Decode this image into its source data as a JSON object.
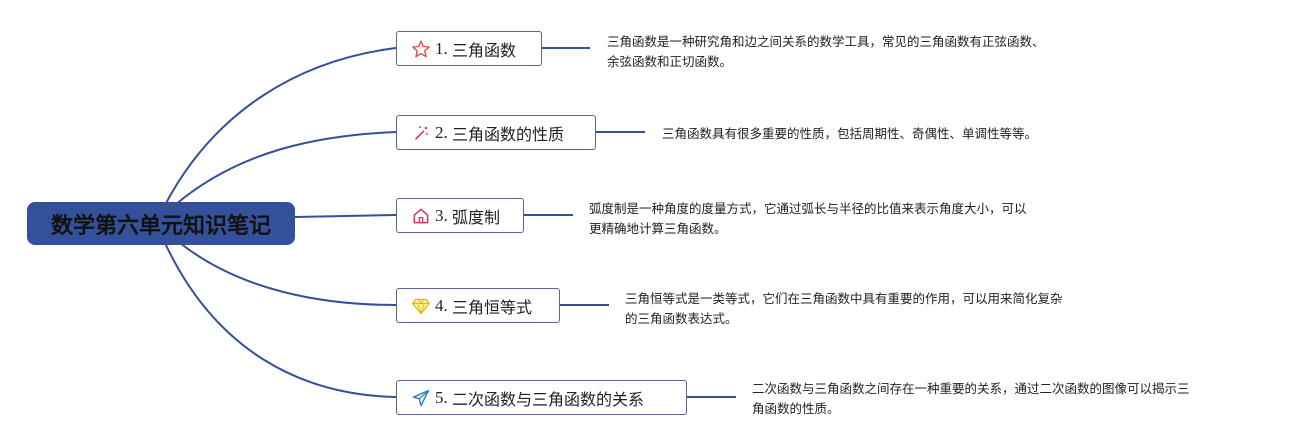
{
  "root": {
    "title": "数学第六单元知识笔记"
  },
  "colors": {
    "root_fill": "#34509a",
    "line": "#34509a",
    "node_border": "#5a6690"
  },
  "topics": [
    {
      "number": "1.",
      "title": "三角函数",
      "icon": "star-icon",
      "note": [
        "三角函数是一种研究角和边之间关系的数学工具，常见的三角函数有正弦函数、",
        "余弦函数和正切函数。"
      ]
    },
    {
      "number": "2.",
      "title": "三角函数的性质",
      "icon": "sparkle-wand-icon",
      "note": [
        "三角函数具有很多重要的性质，包括周期性、奇偶性、单调性等等。"
      ]
    },
    {
      "number": "3.",
      "title": "弧度制",
      "icon": "home-icon",
      "note": [
        "弧度制是一种角度的度量方式，它通过弧长与半径的比值来表示角度大小，可以",
        "更精确地计算三角函数。"
      ]
    },
    {
      "number": "4.",
      "title": "三角恒等式",
      "icon": "diamond-icon",
      "note": [
        "三角恒等式是一类等式，它们在三角函数中具有重要的作用，可以用来简化复杂",
        "的三角函数表达式。"
      ]
    },
    {
      "number": "5.",
      "title": "二次函数与三角函数的关系",
      "icon": "paper-plane-icon",
      "note": [
        "二次函数与三角函数之间存在一种重要的关系，通过二次函数的图像可以揭示三",
        "角函数的性质。"
      ]
    }
  ]
}
